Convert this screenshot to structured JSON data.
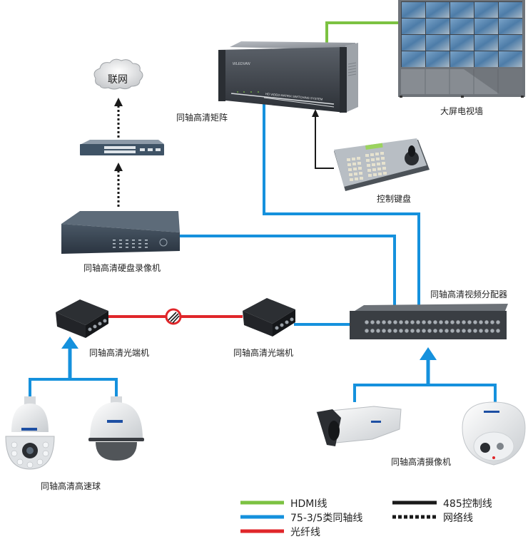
{
  "diagram": {
    "title": "同轴高清监控系统拓扑",
    "colors": {
      "hdmi": "#7cc242",
      "coax": "#1591dd",
      "fiber": "#e0262a",
      "control": "#1a1a1a",
      "network": "#1a1a1a"
    },
    "nodes": {
      "internet": {
        "label": "联网",
        "icon": "cloud-icon"
      },
      "switch": {
        "label": "",
        "icon": "network-switch-icon"
      },
      "matrix": {
        "label": "同轴高清矩阵",
        "icon": "video-matrix-icon",
        "panel_text": "HD VIDEO MATRIX SWITCHING SYSTEM",
        "brand": "WLEDVAN"
      },
      "video_wall": {
        "label": "大屏电视墙",
        "icon": "video-wall-icon"
      },
      "keyboard": {
        "label": "控制键盘",
        "icon": "control-keyboard-icon"
      },
      "dvr": {
        "label": "同轴高清硬盘录像机",
        "icon": "dvr-icon"
      },
      "distributor": {
        "label": "同轴高清视频分配器",
        "icon": "video-distributor-icon"
      },
      "optical_left": {
        "label": "同轴高清光端机",
        "icon": "optical-transceiver-icon"
      },
      "optical_right": {
        "label": "同轴高清光端机",
        "icon": "optical-transceiver-icon"
      },
      "fiber_symbol": {
        "icon": "fiber-link-icon"
      },
      "speed_dome": {
        "label": "同轴高清高速球",
        "icon": "ptz-dome-camera-icon"
      },
      "cameras": {
        "label": "同轴高清摄像机",
        "icon": "bullet-camera-icon"
      }
    },
    "edges": [
      {
        "from": "switch",
        "to": "internet",
        "type": "network"
      },
      {
        "from": "dvr",
        "to": "switch",
        "type": "network"
      },
      {
        "from": "matrix",
        "to": "video_wall",
        "type": "hdmi"
      },
      {
        "from": "keyboard",
        "to": "matrix",
        "type": "control"
      },
      {
        "from": "matrix",
        "to": "distributor",
        "type": "coax"
      },
      {
        "from": "dvr",
        "to": "distributor",
        "type": "coax"
      },
      {
        "from": "optical_right",
        "to": "distributor",
        "type": "coax"
      },
      {
        "from": "optical_left",
        "to": "optical_right",
        "type": "fiber"
      },
      {
        "from": "speed_dome",
        "to": "optical_left",
        "type": "coax"
      },
      {
        "from": "cameras",
        "to": "distributor",
        "type": "coax"
      }
    ]
  },
  "legend": {
    "items": [
      {
        "key": "hdmi",
        "label": "HDMI线"
      },
      {
        "key": "coax",
        "label": "75-3/5类同轴线"
      },
      {
        "key": "fiber",
        "label": "光纤线"
      },
      {
        "key": "control",
        "label": "485控制线"
      },
      {
        "key": "network",
        "label": "网络线"
      }
    ]
  }
}
